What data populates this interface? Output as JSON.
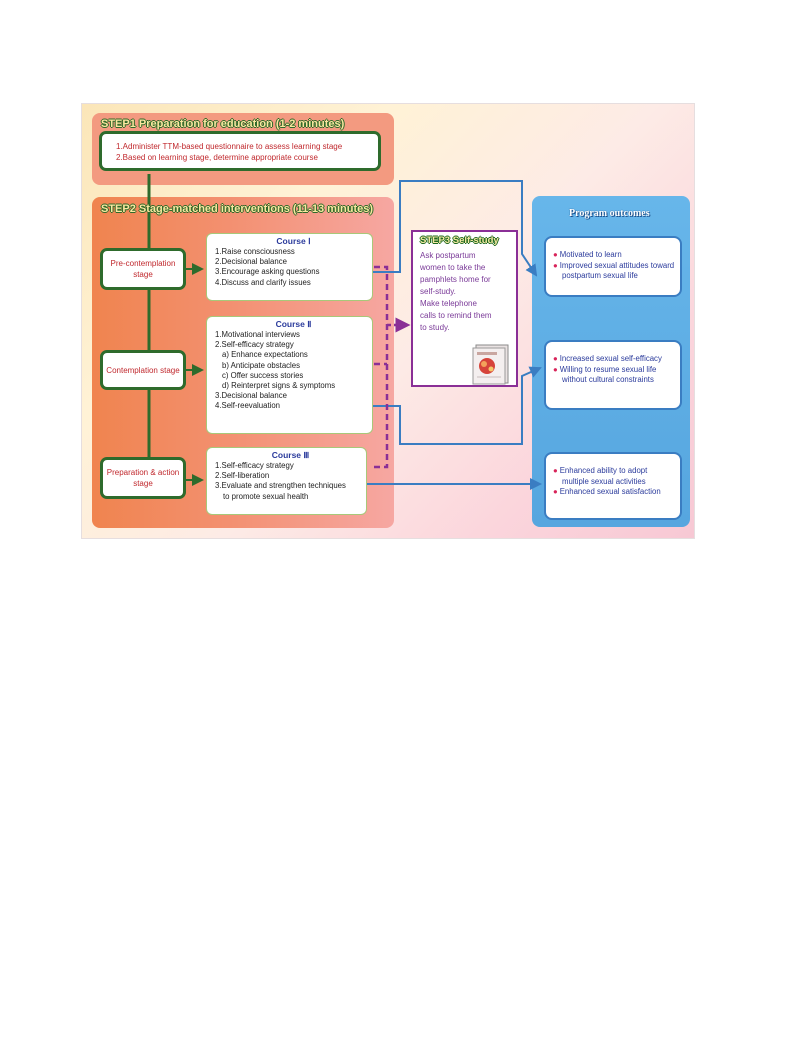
{
  "step1": {
    "heading": "STEP1    Preparation for education (1-2 minutes)",
    "items": [
      "1.Administer TTM-based questionnaire to assess learning stage",
      "2.Based on learning stage, determine appropriate course"
    ]
  },
  "step2": {
    "heading": "STEP2    Stage-matched interventions  (11-13 minutes)",
    "stages": [
      "Pre-contemplation stage",
      "Contemplation stage",
      "Preparation & action stage"
    ],
    "courses": [
      {
        "title": "Course Ⅰ",
        "items": [
          "1.Raise consciousness",
          "2.Decisional balance",
          "3.Encourage asking questions",
          "4.Discuss and clarify issues"
        ]
      },
      {
        "title": "Course Ⅱ",
        "items": [
          "1.Motivational interviews",
          "2.Self-efficacy strategy",
          "a) Enhance expectations",
          "b) Anticipate obstacles",
          "c) Offer success stories",
          "d) Reinterpret signs & symptoms",
          "3.Decisional balance",
          "4.Self-reevaluation"
        ]
      },
      {
        "title": "Course Ⅲ",
        "items": [
          "1.Self-efficacy strategy",
          "2.Self-liberation",
          "3.Evaluate and strengthen techniques",
          "to promote sexual health"
        ]
      }
    ]
  },
  "step3": {
    "heading": "STEP3   Self-study",
    "lines": [
      "Ask postpartum",
      "women to take the",
      "pamphlets home for",
      "self-study.",
      "Make telephone",
      "calls to remind them",
      "to study."
    ]
  },
  "outcomes": {
    "heading": "Program outcomes",
    "groups": [
      [
        "Motivated to learn",
        "Improved sexual attitudes toward postpartum sexual life"
      ],
      [
        "Increased sexual self-efficacy",
        "Willing to resume sexual life without  cultural constraints"
      ],
      [
        "Enhanced ability to adopt multiple sexual activities",
        "Enhanced sexual satisfaction"
      ]
    ]
  },
  "colors": {
    "green_line": "#2e6b2c",
    "blue_line": "#3a7dc2",
    "purple_dash": "#8a2f96",
    "stage_text": "#c0282d",
    "course_title": "#2b3b9c"
  },
  "icons": {
    "pamphlet": "pamphlet-icon"
  }
}
